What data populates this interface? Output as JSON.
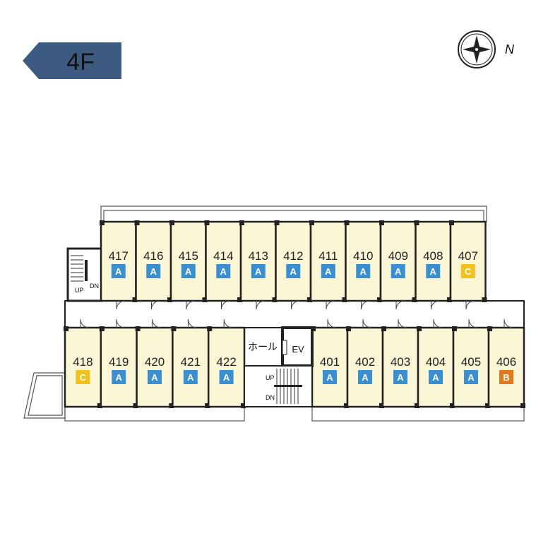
{
  "floor": {
    "label": "4F",
    "color": "#3d5a80"
  },
  "compass": {
    "letter": "N"
  },
  "hall": {
    "label": "ホール"
  },
  "elevator": {
    "label": "EV"
  },
  "stairs": {
    "up": "UP",
    "down": "DN"
  },
  "type_colors": {
    "A": "#3a8fd0",
    "B": "#e5781e",
    "C": "#f1c21b"
  },
  "room_fill": "#fbf7d6",
  "rooms_top": [
    {
      "number": "417",
      "type": "A"
    },
    {
      "number": "416",
      "type": "A"
    },
    {
      "number": "415",
      "type": "A"
    },
    {
      "number": "414",
      "type": "A"
    },
    {
      "number": "413",
      "type": "A"
    },
    {
      "number": "412",
      "type": "A"
    },
    {
      "number": "411",
      "type": "A"
    },
    {
      "number": "410",
      "type": "A"
    },
    {
      "number": "409",
      "type": "A"
    },
    {
      "number": "408",
      "type": "A"
    },
    {
      "number": "407",
      "type": "C"
    }
  ],
  "rooms_bottom_left": [
    {
      "number": "418",
      "type": "C"
    },
    {
      "number": "419",
      "type": "A"
    },
    {
      "number": "420",
      "type": "A"
    },
    {
      "number": "421",
      "type": "A"
    },
    {
      "number": "422",
      "type": "A"
    }
  ],
  "rooms_bottom_right": [
    {
      "number": "401",
      "type": "A"
    },
    {
      "number": "402",
      "type": "A"
    },
    {
      "number": "403",
      "type": "A"
    },
    {
      "number": "404",
      "type": "A"
    },
    {
      "number": "405",
      "type": "A"
    },
    {
      "number": "406",
      "type": "B"
    }
  ]
}
